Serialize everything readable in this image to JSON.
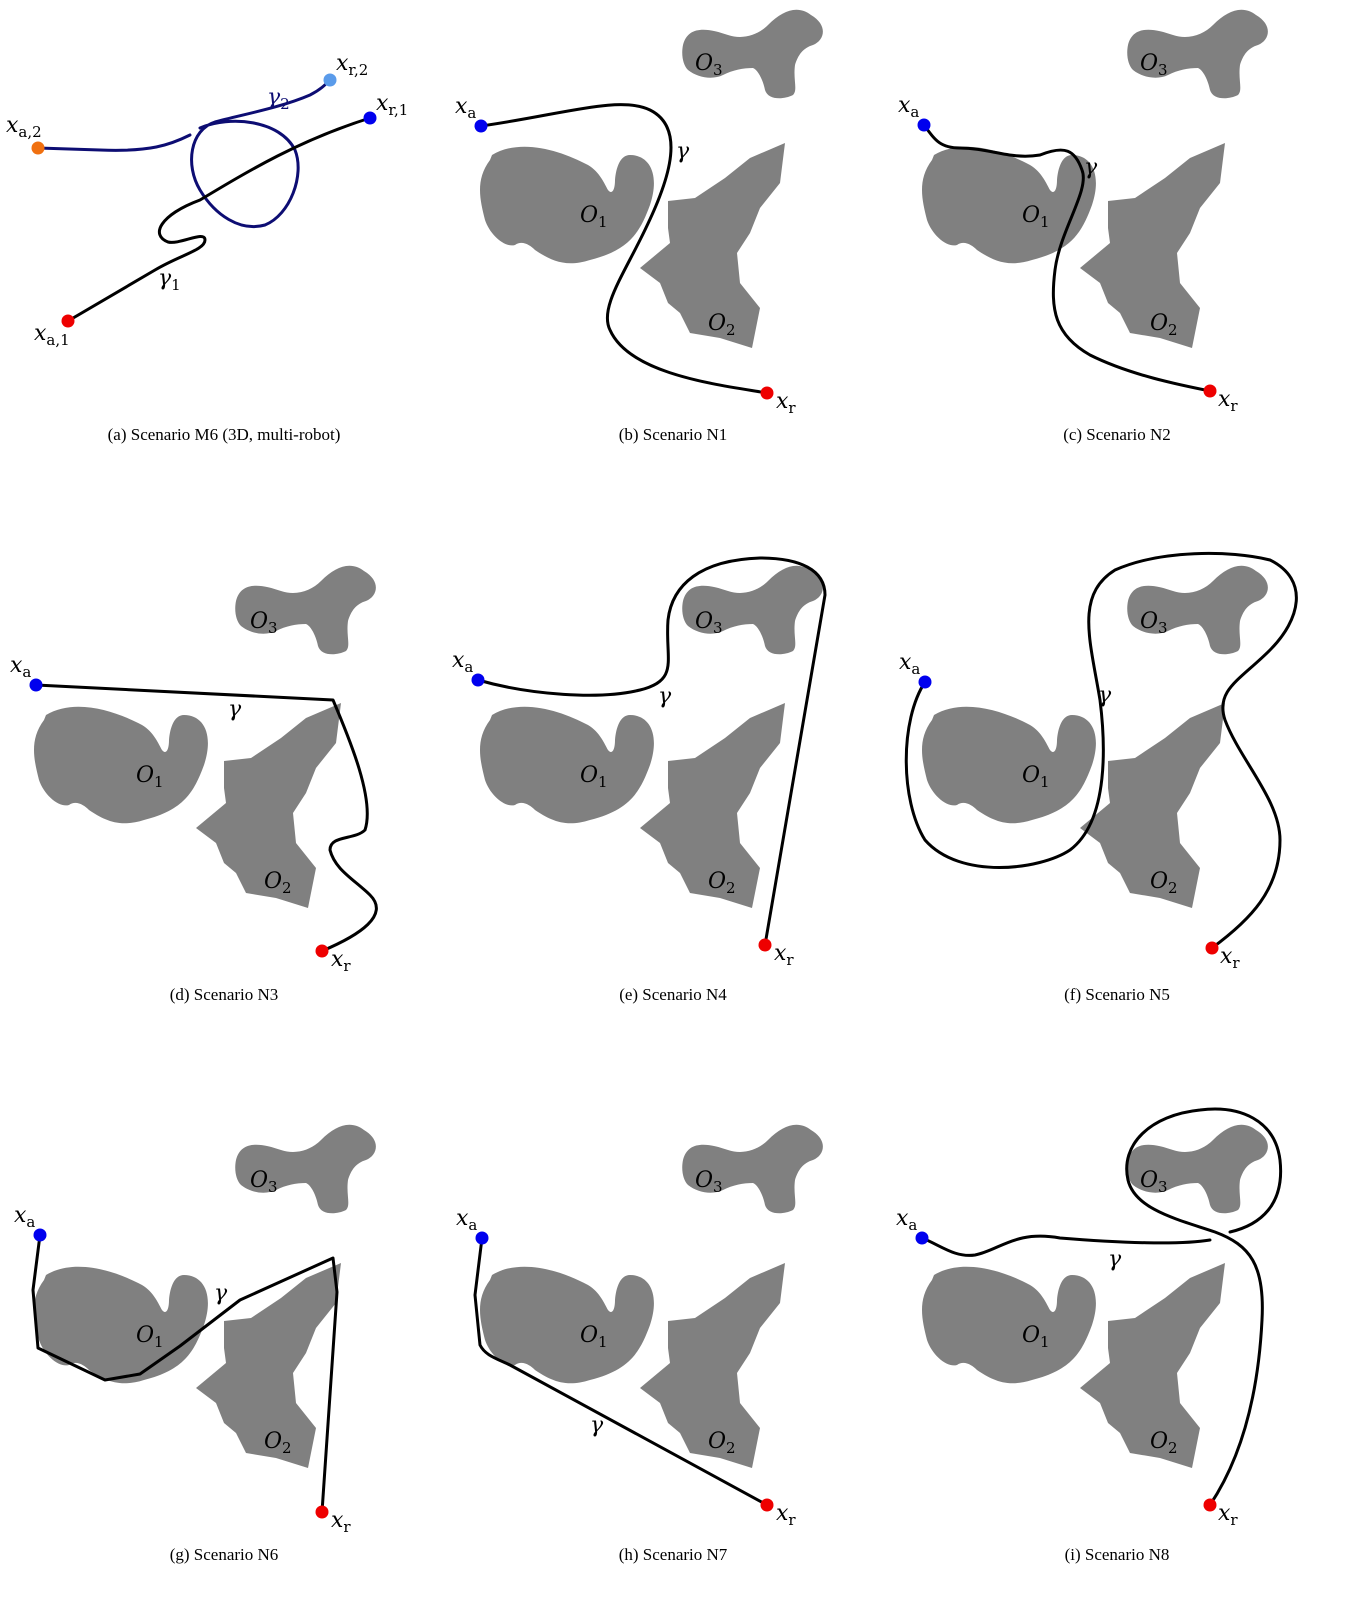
{
  "panels": [
    {
      "caption": "(a) Scenario M6 (3D, multi-robot)"
    },
    {
      "caption": "(b) Scenario N1"
    },
    {
      "caption": "(c) Scenario N2"
    },
    {
      "caption": "(d) Scenario N3"
    },
    {
      "caption": "(e) Scenario N4"
    },
    {
      "caption": "(f) Scenario N5"
    },
    {
      "caption": "(g) Scenario N6"
    },
    {
      "caption": "(h) Scenario N7"
    },
    {
      "caption": "(i) Scenario N8"
    }
  ],
  "labels": {
    "x": "x",
    "gamma": "γ",
    "O": "O",
    "sub_a": "a",
    "sub_r": "r",
    "sub_a1": "a,1",
    "sub_a2": "a,2",
    "sub_r1": "r,1",
    "sub_r2": "r,2",
    "sub_1": "1",
    "sub_2": "2",
    "sub_3": "3"
  },
  "colors": {
    "obstacle": "#808080",
    "path": "#000000",
    "path_robot2": "#0d0d73",
    "start": "#0000ee",
    "goal": "#ee0000",
    "start_robot2": "#f07010",
    "goal_robot2": "#5a9bea"
  }
}
